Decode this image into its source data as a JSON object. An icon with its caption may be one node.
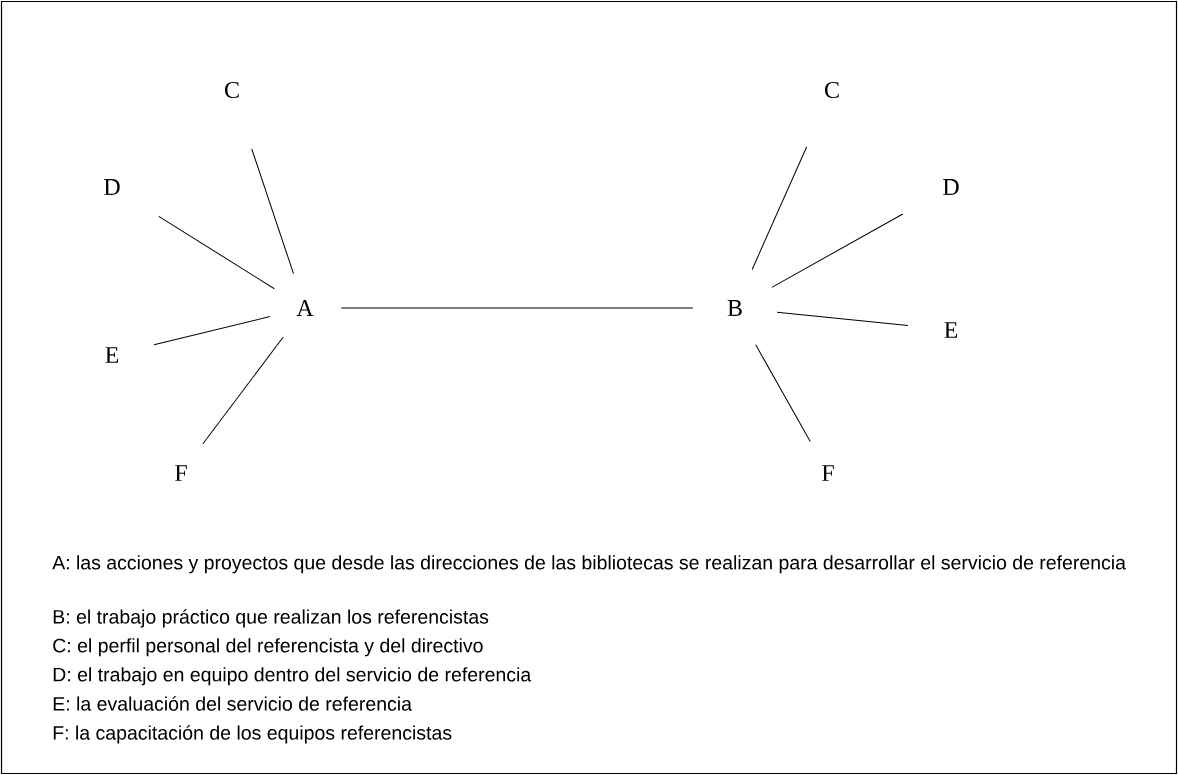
{
  "diagram": {
    "nodes": [
      {
        "text": [
          "A"
        ]
      },
      {
        "text": [
          "B"
        ]
      },
      {
        "text": [
          "C"
        ]
      },
      {
        "text": [
          "D"
        ]
      },
      {
        "text": [
          "E"
        ]
      },
      {
        "text": [
          "F"
        ]
      },
      {
        "text": [
          "C"
        ]
      },
      {
        "text": [
          "D"
        ]
      },
      {
        "text": [
          "E"
        ]
      },
      {
        "text": [
          "F"
        ]
      }
    ],
    "edges": [
      {
        "from": 0,
        "to": 1,
        "arrow": "none"
      },
      {
        "from": 0,
        "to": 2,
        "arrow": "none"
      },
      {
        "from": 0,
        "to": 3,
        "arrow": "none"
      },
      {
        "from": 0,
        "to": 4,
        "arrow": "none"
      },
      {
        "from": 0,
        "to": 5,
        "arrow": "none"
      },
      {
        "from": 1,
        "to": 6,
        "arrow": "none"
      },
      {
        "from": 1,
        "to": 7,
        "arrow": "none"
      },
      {
        "from": 1,
        "to": 8,
        "arrow": "none"
      },
      {
        "from": 1,
        "to": 9,
        "arrow": "none"
      }
    ],
    "labels": [
      "A: las acciones y proyectos que desde las direcciones de las bibliotecas se realizan para desarrollar el servicio de referencia",
      "B: el trabajo práctico que realizan los referencistas",
      "C: el perfil personal del referencista y del directivo",
      "D: el trabajo en equipo dentro del servicio de referencia",
      "E: la evaluación del servicio de referencia",
      "F: la capacitación de los equipos referencistas"
    ]
  }
}
